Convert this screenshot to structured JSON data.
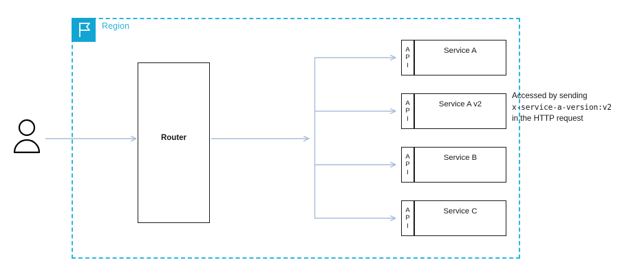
{
  "diagram": {
    "region": {
      "label": "Region",
      "badge_icon": "flag-icon",
      "border_color": "#29b6e0",
      "badge_color": "#12a5d4",
      "label_color": "#2cb3dd"
    },
    "actor": {
      "icon": "user-icon",
      "color": "#000000"
    },
    "router": {
      "label": "Router",
      "border_color": "#1a1a1a"
    },
    "services": [
      {
        "api_label": "API",
        "name": "Service A"
      },
      {
        "api_label": "API",
        "name": "Service A v2"
      },
      {
        "api_label": "API",
        "name": "Service B"
      },
      {
        "api_label": "API",
        "name": "Service C"
      }
    ],
    "annotation": {
      "line1": "Accessed by sending",
      "line2": "x-service-a-version:v2",
      "line3": "in the HTTP request"
    },
    "connectors": {
      "color": "#a8bdd8",
      "user_to_router": "arrow",
      "router_to_services": "branching-arrows"
    }
  }
}
